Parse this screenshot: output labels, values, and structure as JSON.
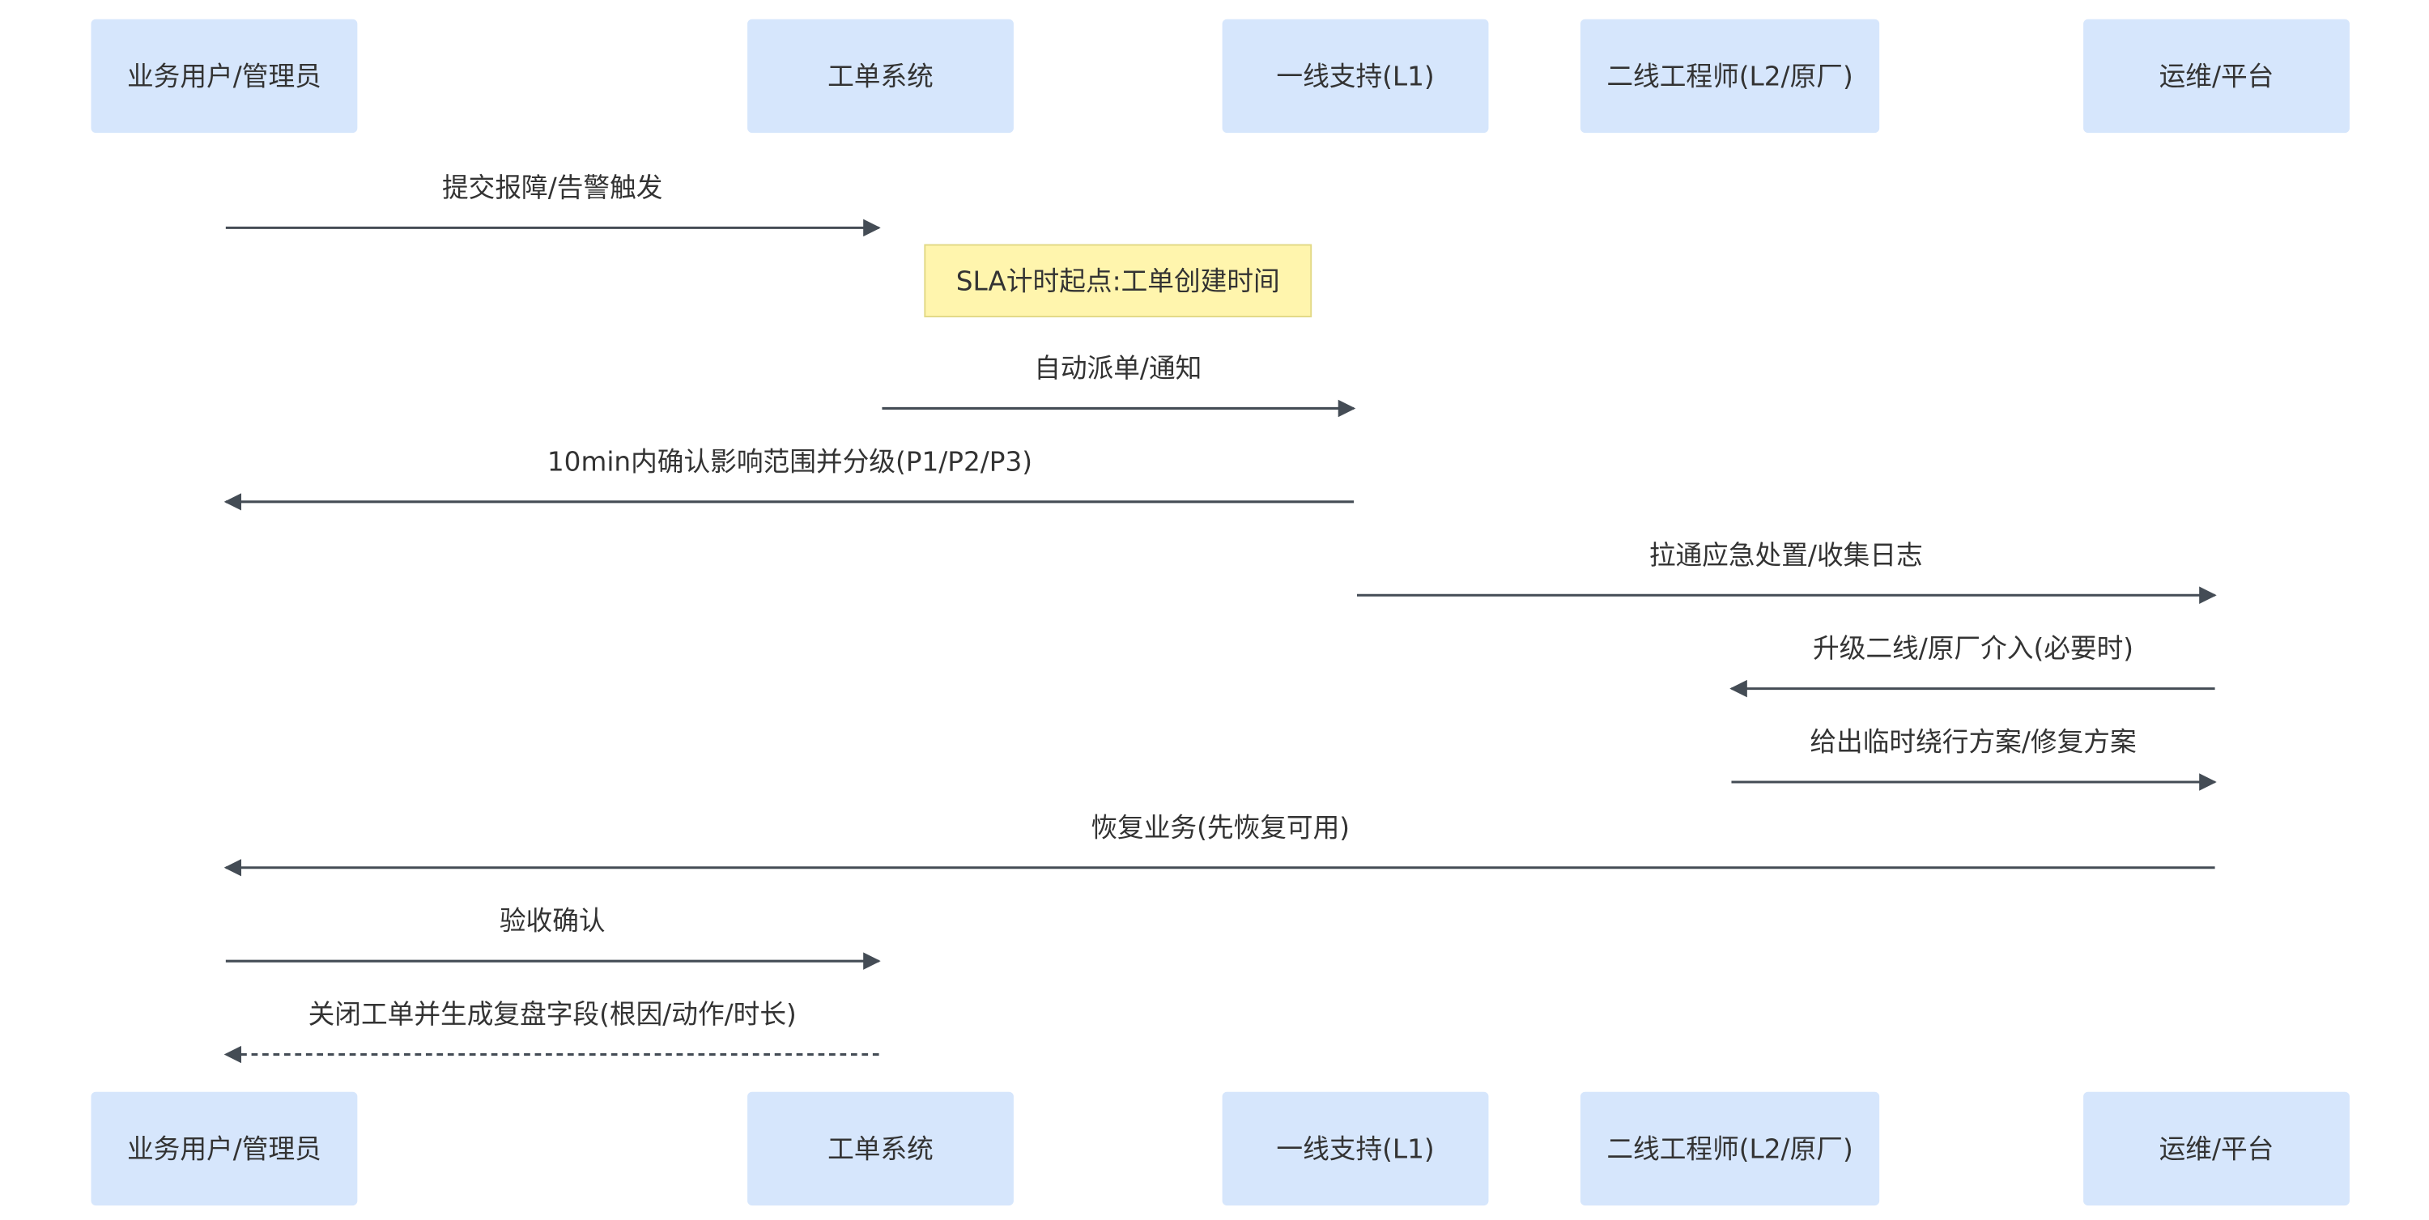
{
  "participants": [
    {
      "id": "user",
      "label": "业务用户/管理员"
    },
    {
      "id": "ticket",
      "label": "工单系统"
    },
    {
      "id": "l1",
      "label": "一线支持(L1)"
    },
    {
      "id": "l2",
      "label": "二线工程师(L2/原厂)"
    },
    {
      "id": "ops",
      "label": "运维/平台"
    }
  ],
  "note": {
    "text": "SLA计时起点:工单创建时间",
    "over": 1,
    "fill": "#fff5ad",
    "stroke": "#e2d985"
  },
  "messages": [
    {
      "from": 0,
      "to": 1,
      "label": "提交报障/告警触发",
      "dashed": false
    },
    {
      "from": 1,
      "to": 2,
      "label": "自动派单/通知",
      "dashed": false
    },
    {
      "from": 2,
      "to": 0,
      "label": "10min内确认影响范围并分级(P1/P2/P3)",
      "dashed": false
    },
    {
      "from": 2,
      "to": 4,
      "label": "拉通应急处置/收集日志",
      "dashed": false
    },
    {
      "from": 4,
      "to": 3,
      "label": "升级二线/原厂介入(必要时)",
      "dashed": false
    },
    {
      "from": 3,
      "to": 4,
      "label": "给出临时绕行方案/修复方案",
      "dashed": false
    },
    {
      "from": 4,
      "to": 0,
      "label": "恢复业务(先恢复可用)",
      "dashed": false
    },
    {
      "from": 0,
      "to": 1,
      "label": "验收确认",
      "dashed": false
    },
    {
      "from": 1,
      "to": 0,
      "label": "关闭工单并生成复盘字段(根因/动作/时长)",
      "dashed": true
    }
  ],
  "colors": {
    "actor_fill": "#d6e6fc",
    "line": "#444c55",
    "text": "#333333"
  }
}
